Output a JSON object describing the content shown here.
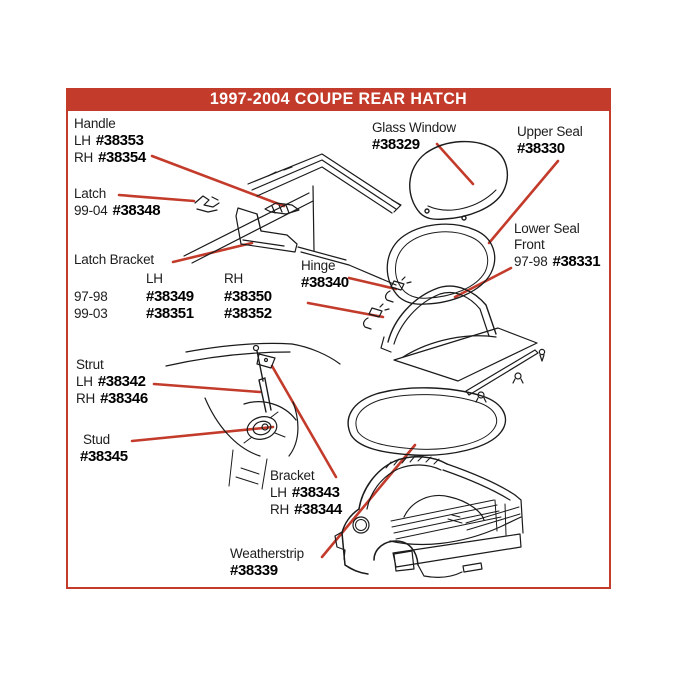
{
  "banner": {
    "title": "1997-2004 COUPE REAR HATCH"
  },
  "colors": {
    "accent_red": "#c33b2b",
    "line_ink": "#1b1b1b"
  },
  "labels": {
    "handle": {
      "name": "Handle",
      "rows": [
        {
          "prefix": "LH",
          "part": "#38353"
        },
        {
          "prefix": "RH",
          "part": "#38354"
        }
      ]
    },
    "latch": {
      "name": "Latch",
      "rows": [
        {
          "prefix": "99-04",
          "part": "#38348"
        }
      ]
    },
    "latch_bracket": {
      "name": "Latch Bracket",
      "col_headers": [
        "LH",
        "RH"
      ],
      "rows": [
        {
          "year": "97-98",
          "lh": "#38349",
          "rh": "#38350"
        },
        {
          "year": "99-03",
          "lh": "#38351",
          "rh": "#38352"
        }
      ]
    },
    "glass_window": {
      "name": "Glass Window",
      "part": "#38329"
    },
    "upper_seal": {
      "name": "Upper Seal",
      "part": "#38330"
    },
    "lower_seal": {
      "name": "Lower Seal",
      "sub": "Front",
      "rows": [
        {
          "prefix": "97-98",
          "part": "#38331"
        }
      ]
    },
    "hinge": {
      "name": "Hinge",
      "part": "#38340"
    },
    "strut": {
      "name": "Strut",
      "rows": [
        {
          "prefix": "LH",
          "part": "#38342"
        },
        {
          "prefix": "RH",
          "part": "#38346"
        }
      ]
    },
    "stud": {
      "name": "Stud",
      "part": "#38345"
    },
    "bracket": {
      "name": "Bracket",
      "rows": [
        {
          "prefix": "LH",
          "part": "#38343"
        },
        {
          "prefix": "RH",
          "part": "#38344"
        }
      ]
    },
    "weatherstrip": {
      "name": "Weatherstrip",
      "part": "#38339"
    }
  }
}
